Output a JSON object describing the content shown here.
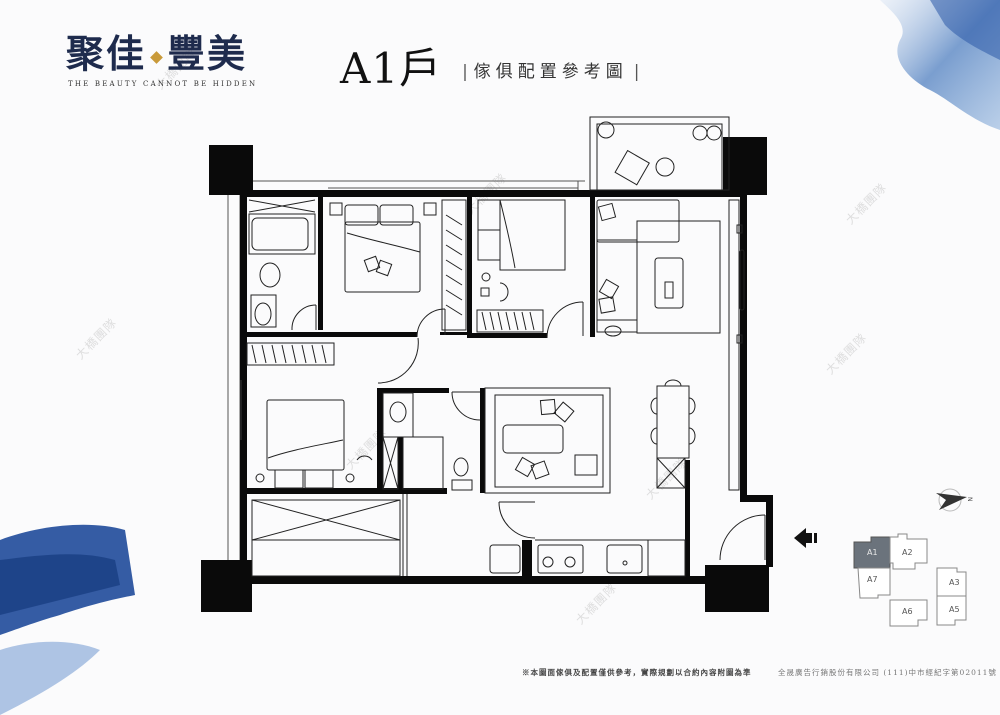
{
  "brand": {
    "title_left": "聚佳",
    "title_right": "豐美",
    "tagline": "THE BEAUTY CANNOT BE HIDDEN",
    "colors": {
      "title": "#1e2b4d",
      "dot": "#c99a3a"
    }
  },
  "header": {
    "unit_name": "A1戶",
    "subtitle": "傢俱配置參考圖",
    "bar_left": "|",
    "bar_right": "|"
  },
  "floorplan": {
    "unit": "A1",
    "rooms": [
      {
        "id": "bathroom-1",
        "type": "bathroom"
      },
      {
        "id": "master-bedroom",
        "type": "bedroom"
      },
      {
        "id": "bedroom-2",
        "type": "bedroom"
      },
      {
        "id": "bedroom-3",
        "type": "bedroom"
      },
      {
        "id": "bathroom-2",
        "type": "bathroom"
      },
      {
        "id": "study",
        "type": "study"
      },
      {
        "id": "living-room",
        "type": "living"
      },
      {
        "id": "balcony",
        "type": "balcony"
      },
      {
        "id": "dining",
        "type": "dining"
      },
      {
        "id": "kitchen",
        "type": "kitchen"
      },
      {
        "id": "utility",
        "type": "utility"
      }
    ],
    "wall_color": "#111111",
    "line_color": "#333333"
  },
  "orientation": {
    "north_label": "N",
    "entry_arrow": "entrance"
  },
  "keyplan": {
    "units": [
      {
        "label": "A1",
        "active": true
      },
      {
        "label": "A2",
        "active": false
      },
      {
        "label": "A7",
        "active": false
      },
      {
        "label": "A3",
        "active": false
      },
      {
        "label": "A6",
        "active": false
      },
      {
        "label": "A5",
        "active": false
      }
    ],
    "active_color": "#6b737c"
  },
  "footer": {
    "note": "※本圖面傢俱及配置僅供參考，實際規劃以合約內容附圖為準",
    "company": "全晟廣告行銷股份有限公司 (111)中市經紀字第02011號"
  },
  "watermark": {
    "text": "大橋團隊"
  },
  "decor": {
    "paint_dark": "#1d3f86",
    "paint_light": "#7ea6d6"
  }
}
